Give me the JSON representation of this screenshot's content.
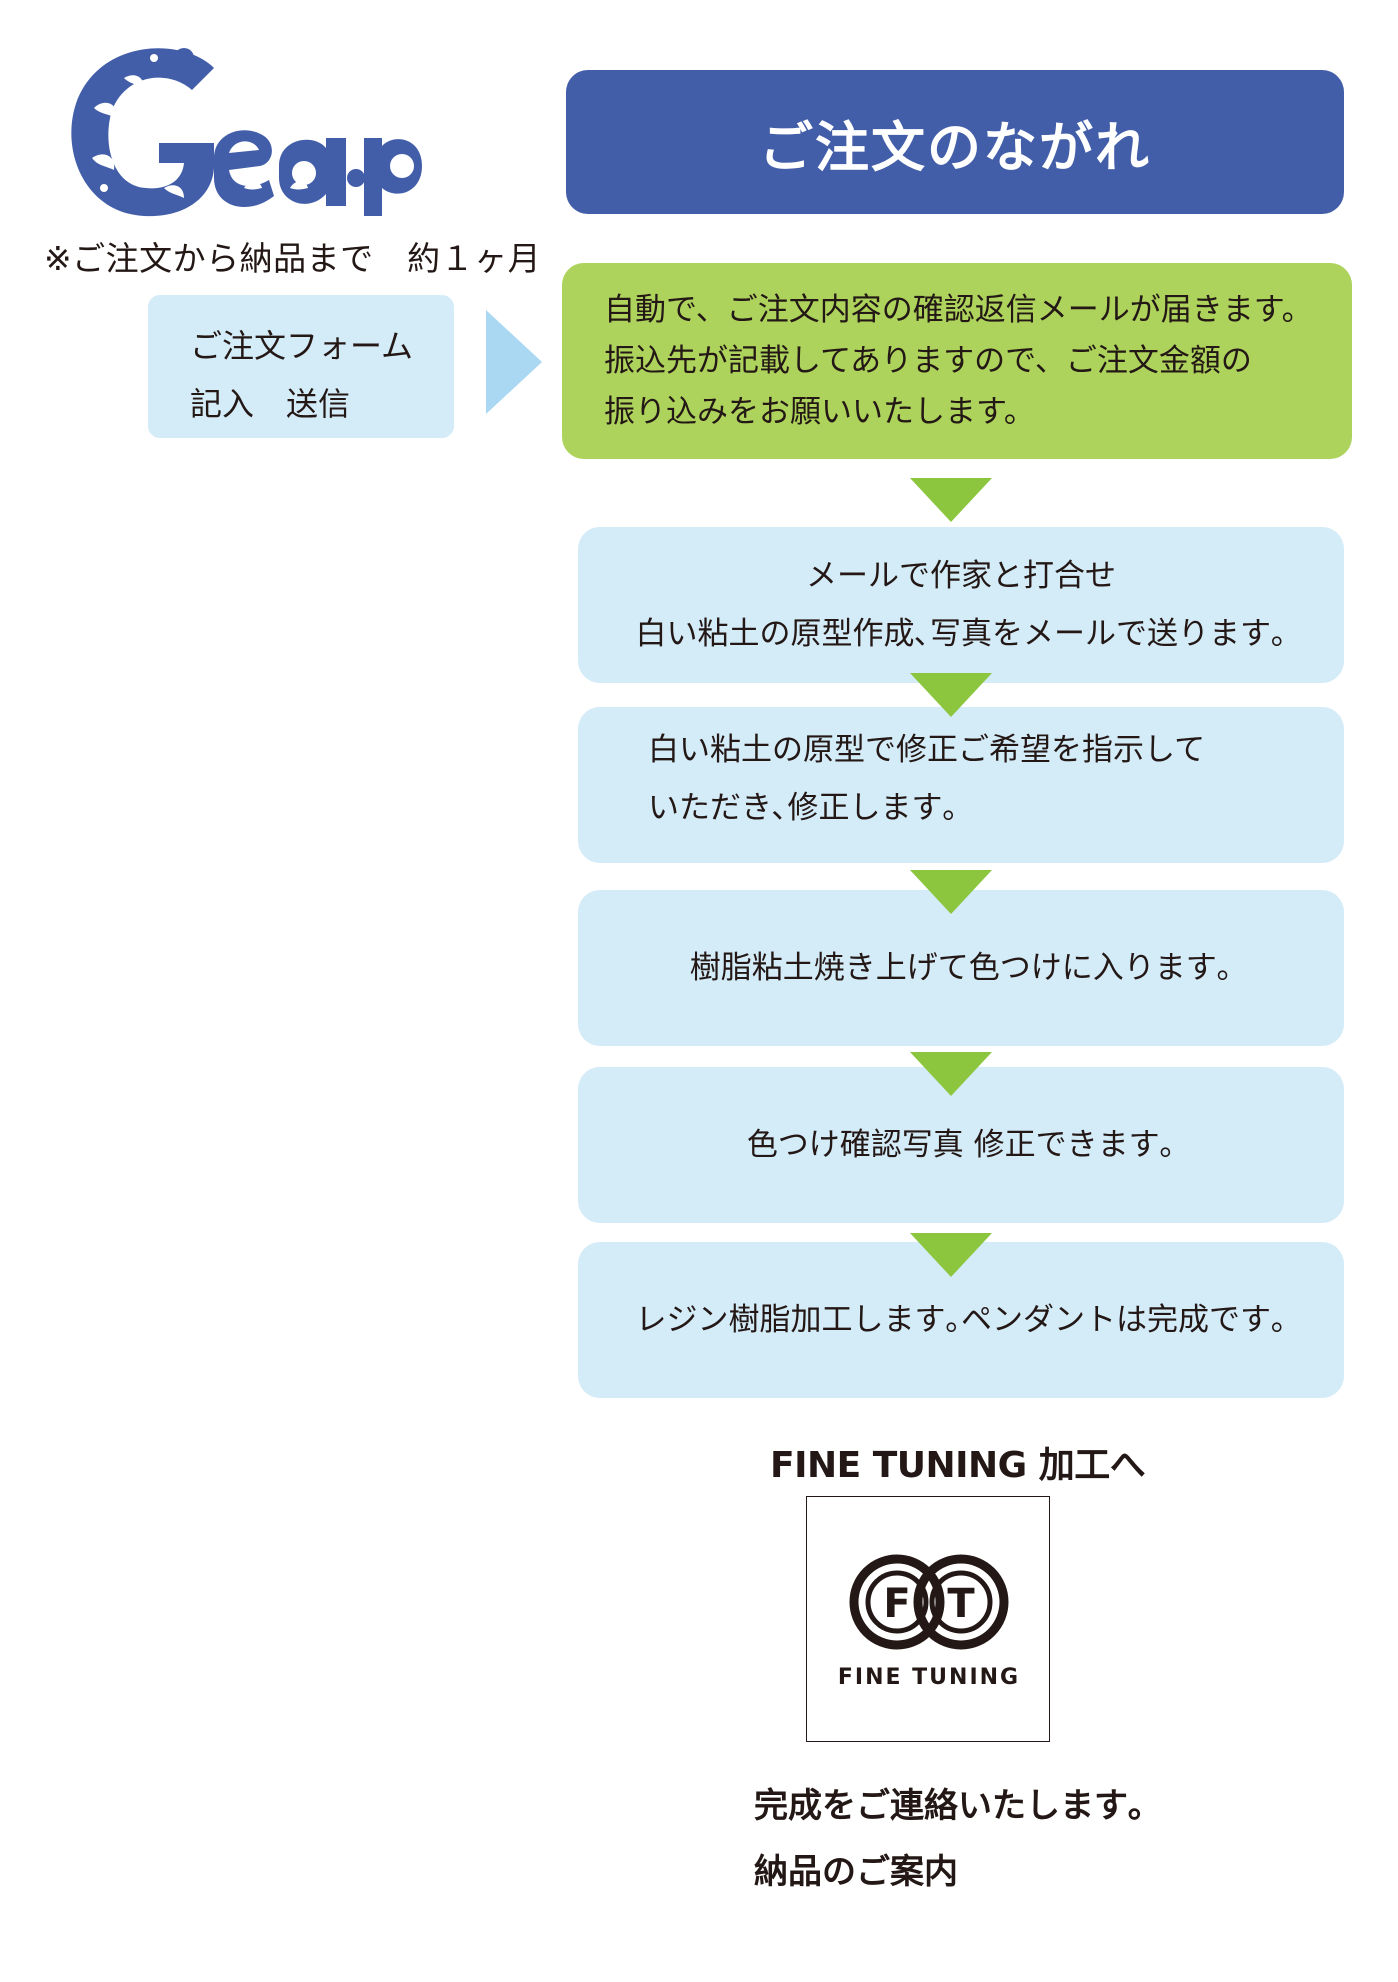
{
  "brand": {
    "logo_name": "Gea-P",
    "logo_color": "#435ea9"
  },
  "header": {
    "title": "ご注文のながれ"
  },
  "note": "※ご注文から納品まで　約１ヶ月",
  "order_form": {
    "line1": "ご注文フォーム",
    "line2": "記入　送信"
  },
  "auto_reply": {
    "line1": "自動で、ご注文内容の確認返信メールが届きます。",
    "line2": "振込先が記載してありますので、ご注文金額の",
    "line3": "振り込みをお願いいたします。"
  },
  "steps": [
    {
      "line1": "メールで作家と打合せ",
      "line2": "白い粘土の原型作成､写真をメールで送ります｡"
    },
    {
      "line1": "白い粘土の原型で修正ご希望を指示して",
      "line2": "いただき､修正します｡"
    },
    {
      "line1": "樹脂粘土焼き上げて色つけに入ります｡"
    },
    {
      "line1": "色つけ確認写真 修正できます｡"
    },
    {
      "line1": "レジン樹脂加工します｡ペンダントは完成です｡"
    }
  ],
  "fine_tuning": {
    "heading": "FINE TUNING 加工へ",
    "logo_letter_left": "F",
    "logo_letter_right": "T",
    "logo_label": "FINE TUNING"
  },
  "completion": {
    "line1": "完成をご連絡いたします｡",
    "line2": "納品のご案内"
  },
  "colors": {
    "title_bar": "#435ea9",
    "green_box": "#add35c",
    "step_box": "#d4ebf8",
    "arrow_green": "#8cc63f",
    "arrow_blue": "#aad8f3",
    "text": "#231815"
  }
}
